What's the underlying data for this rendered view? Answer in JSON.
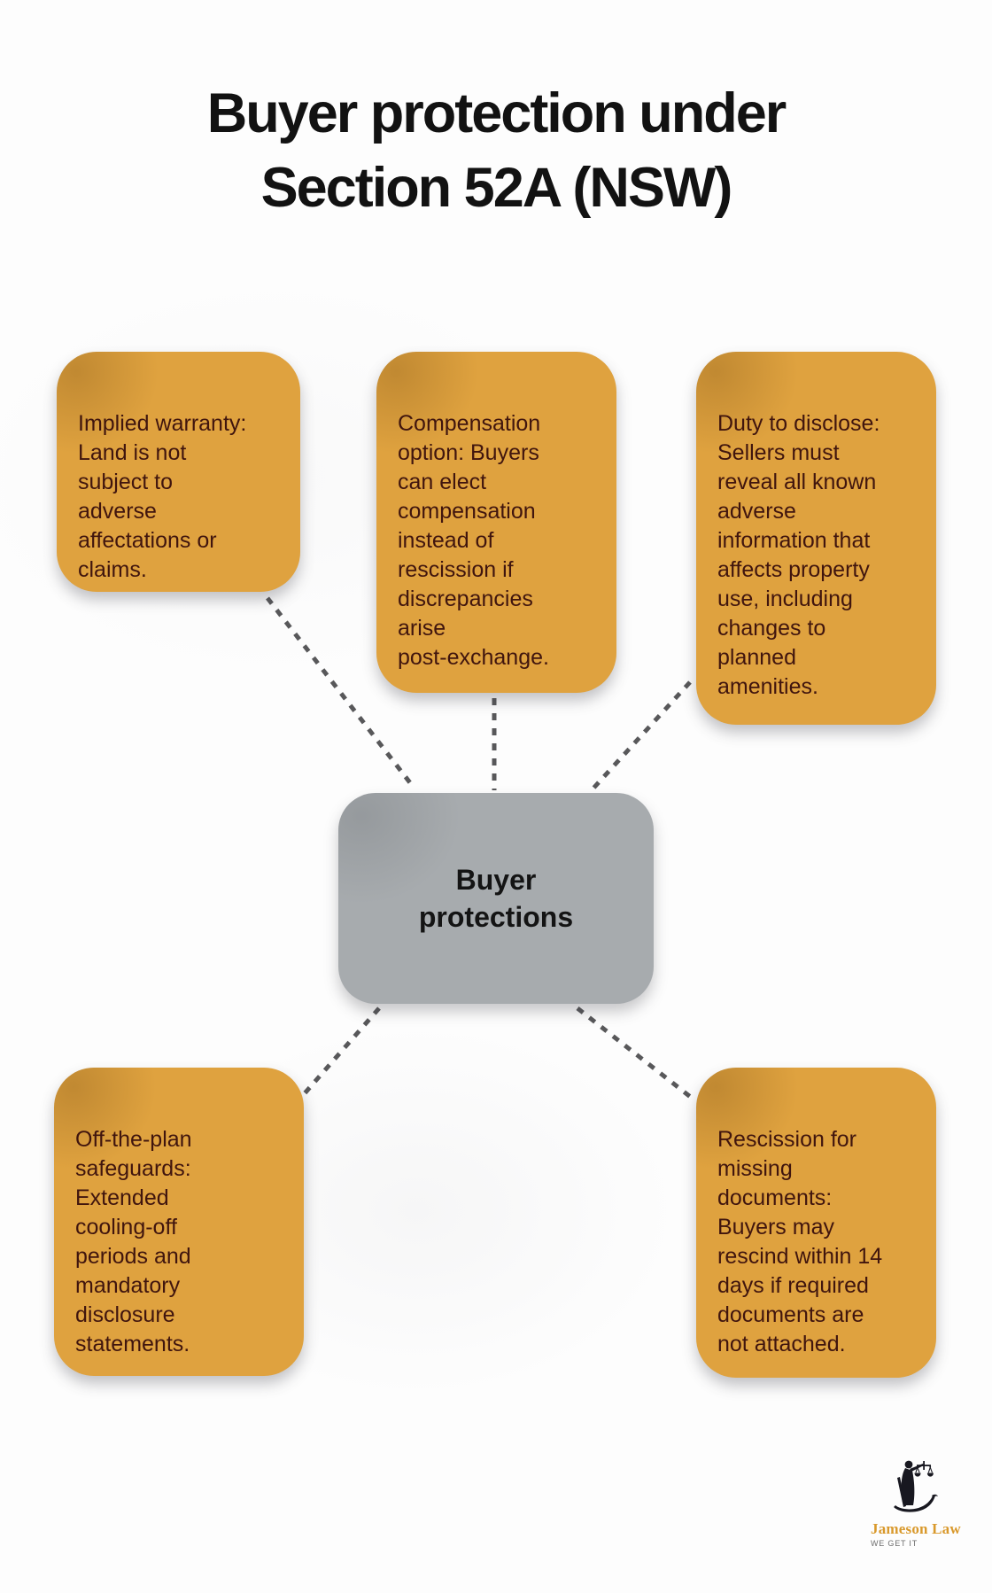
{
  "title": "Buyer protection under\nSection 52A (NSW)",
  "center_node": {
    "label": "Buyer\nprotections"
  },
  "nodes": [
    {
      "id": "implied-warranty",
      "text": "Implied warranty:\nLand is not\nsubject to\nadverse\naffectations or\nclaims."
    },
    {
      "id": "compensation-option",
      "text": "Compensation\noption: Buyers\ncan elect\ncompensation\ninstead of\nrescission if\ndiscrepancies\narise\npost-exchange."
    },
    {
      "id": "duty-to-disclose",
      "text": "Duty to disclose:\nSellers must\nreveal all known\nadverse\ninformation that\naffects property\nuse, including\nchanges to\nplanned\namenities."
    },
    {
      "id": "off-the-plan",
      "text": "Off-the-plan\nsafeguards:\nExtended\ncooling-off\nperiods and\nmandatory\ndisclosure\nstatements."
    },
    {
      "id": "rescission-missing-docs",
      "text": "Rescission for\nmissing\ndocuments:\nBuyers may\nrescind within 14\ndays if required\ndocuments are\nnot attached."
    }
  ],
  "logo": {
    "name": "Jameson Law",
    "tagline": "WE GET IT"
  },
  "colors": {
    "node_fill": "#DFA23F",
    "node_text": "#40150E",
    "center_fill": "#A7ABAE",
    "center_text": "#141414",
    "connector": "#58585A",
    "title_text": "#121212",
    "brand_gold": "#D9992C",
    "tagline_gray": "#6E6E6E",
    "background": "#FDFDFD"
  }
}
